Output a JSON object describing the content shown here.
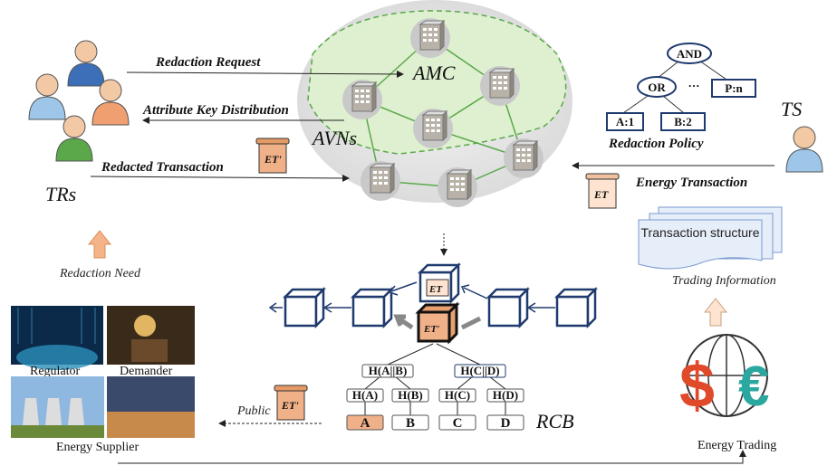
{
  "network": {
    "amc_label": "AMC",
    "avn_label": "AVNs"
  },
  "flows": {
    "redaction_request": "Redaction Request",
    "attribute_key_distribution": "Attribute Key Distribution",
    "redacted_transaction": "Redacted Transaction",
    "energy_transaction": "Energy Transaction",
    "public": "Public",
    "redaction_need": "Redaction Need"
  },
  "actors": {
    "trs": "TRs",
    "ts": "TS"
  },
  "scrolls": {
    "et": "ET",
    "et_prime": "ET'"
  },
  "policy": {
    "title": "Redaction Policy",
    "root": "AND",
    "or_node": "OR",
    "ellipsis": "···",
    "pn": "P:n",
    "a1": "A:1",
    "b2": "B:2"
  },
  "trading": {
    "structure": "Transaction structure",
    "trading_information": "Trading Information",
    "energy_trading": "Energy Trading",
    "currency_dollar": "$",
    "currency_euro": "€"
  },
  "photos": {
    "regulator": "Regulator",
    "demander": "Demander",
    "supplier": "Energy Supplier"
  },
  "rcb": {
    "label": "RCB",
    "hab": "H(A||B)",
    "hcd": "H(C||D)",
    "ha": "H(A)",
    "hb": "H(B)",
    "hc": "H(C)",
    "hd": "H(D)",
    "a": "A",
    "b": "B",
    "c": "C",
    "d": "D"
  },
  "colors": {
    "orange": "#f0b088",
    "navy": "#1f3a6e",
    "green": "#5aa84a",
    "cloud": "#dff0d0"
  }
}
